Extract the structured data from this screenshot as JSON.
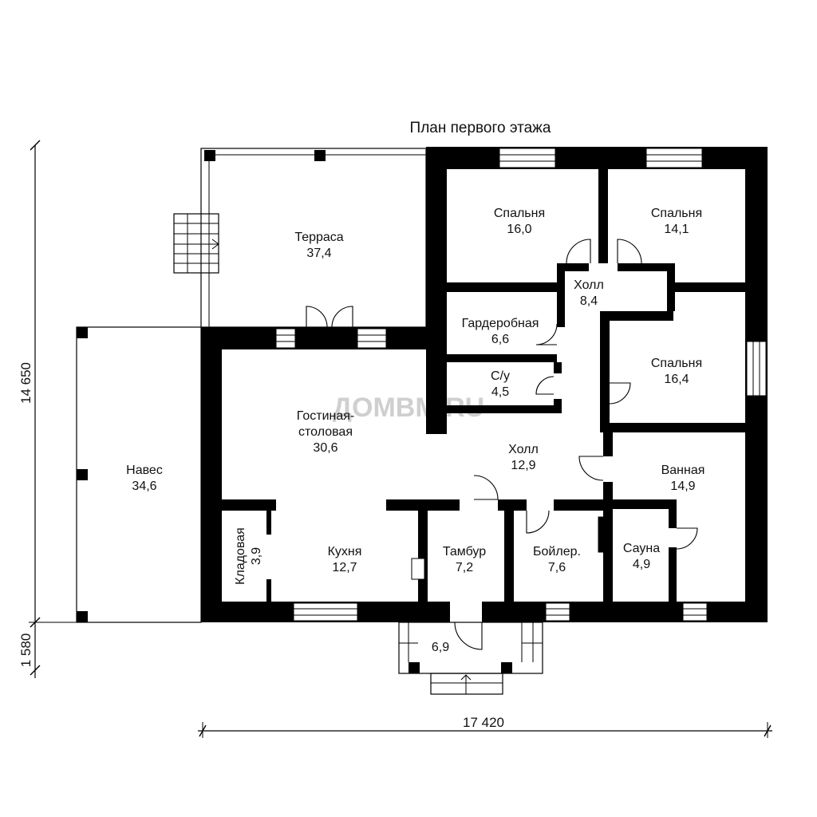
{
  "plan": {
    "title": "План первого этажа",
    "watermark": "ДОМВМ.RU"
  },
  "dimensions": {
    "width": "17 420",
    "depth": "14 650",
    "porch_depth": "1 580"
  },
  "rooms": [
    {
      "name": "Терраса",
      "area": "37,4"
    },
    {
      "name": "Спальня",
      "area": "16,0"
    },
    {
      "name": "Спальня",
      "area": "14,1"
    },
    {
      "name": "Холл",
      "area": "8,4"
    },
    {
      "name": "Гардеробная",
      "area": "6,6"
    },
    {
      "name": "С/у",
      "area": "4,5"
    },
    {
      "name": "Спальня",
      "area": "16,4"
    },
    {
      "name": "Гостиная-",
      "name2": "столовая",
      "area": "30,6"
    },
    {
      "name": "Холл",
      "area": "12,9"
    },
    {
      "name": "Навес",
      "area": "34,6"
    },
    {
      "name": "Ванная",
      "area": "14,9"
    },
    {
      "name": "Кладовая",
      "area": "3,9"
    },
    {
      "name": "Кухня",
      "area": "12,7"
    },
    {
      "name": "Тамбур",
      "area": "7,2"
    },
    {
      "name": "Бойлер.",
      "area": "7,6"
    },
    {
      "name": "Сауна",
      "area": "4,9"
    },
    {
      "name": "",
      "area": "6,9"
    }
  ]
}
